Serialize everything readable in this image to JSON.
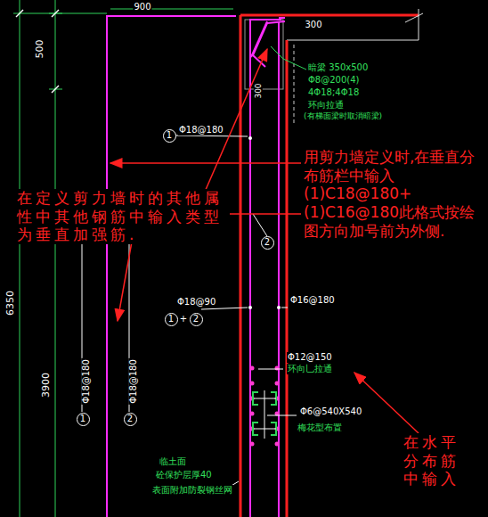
{
  "diagram": {
    "nodes": [
      {
        "text": [
          "1"
        ]
      },
      {
        "text": [
          "2"
        ]
      },
      {
        "text": [
          "1"
        ]
      },
      {
        "text": [
          "2"
        ]
      },
      {
        "text": [
          "1"
        ]
      },
      {
        "text": [
          "2"
        ]
      }
    ],
    "labels": [
      "900",
      "500",
      "300",
      "暗梁 350x500",
      "Φ8@200(4)",
      "4Φ18;4Φ18",
      "环向拉通",
      "(有梯面梁时取消暗梁)",
      "300",
      "Φ18@180",
      "用剪力墙定义时,在垂直分布筋栏中输入(1)C18@180+(1)C16@180此格式按绘图方向加号前为外侧.",
      "在定义剪力墙时的其他属性中其他钢筋中输入类型为垂直加强筋.",
      "Φ18@90",
      "+",
      "Φ16@180",
      "6350",
      "3900",
      "Φ18@180",
      "Φ18@180",
      "Φ12@150",
      "环向乚拉通",
      "Φ6@540X540",
      "梅花型布置",
      "在水平分布筋中输入",
      "临土面",
      "砼保护层厚40",
      "表面附加防裂钢丝网"
    ]
  }
}
